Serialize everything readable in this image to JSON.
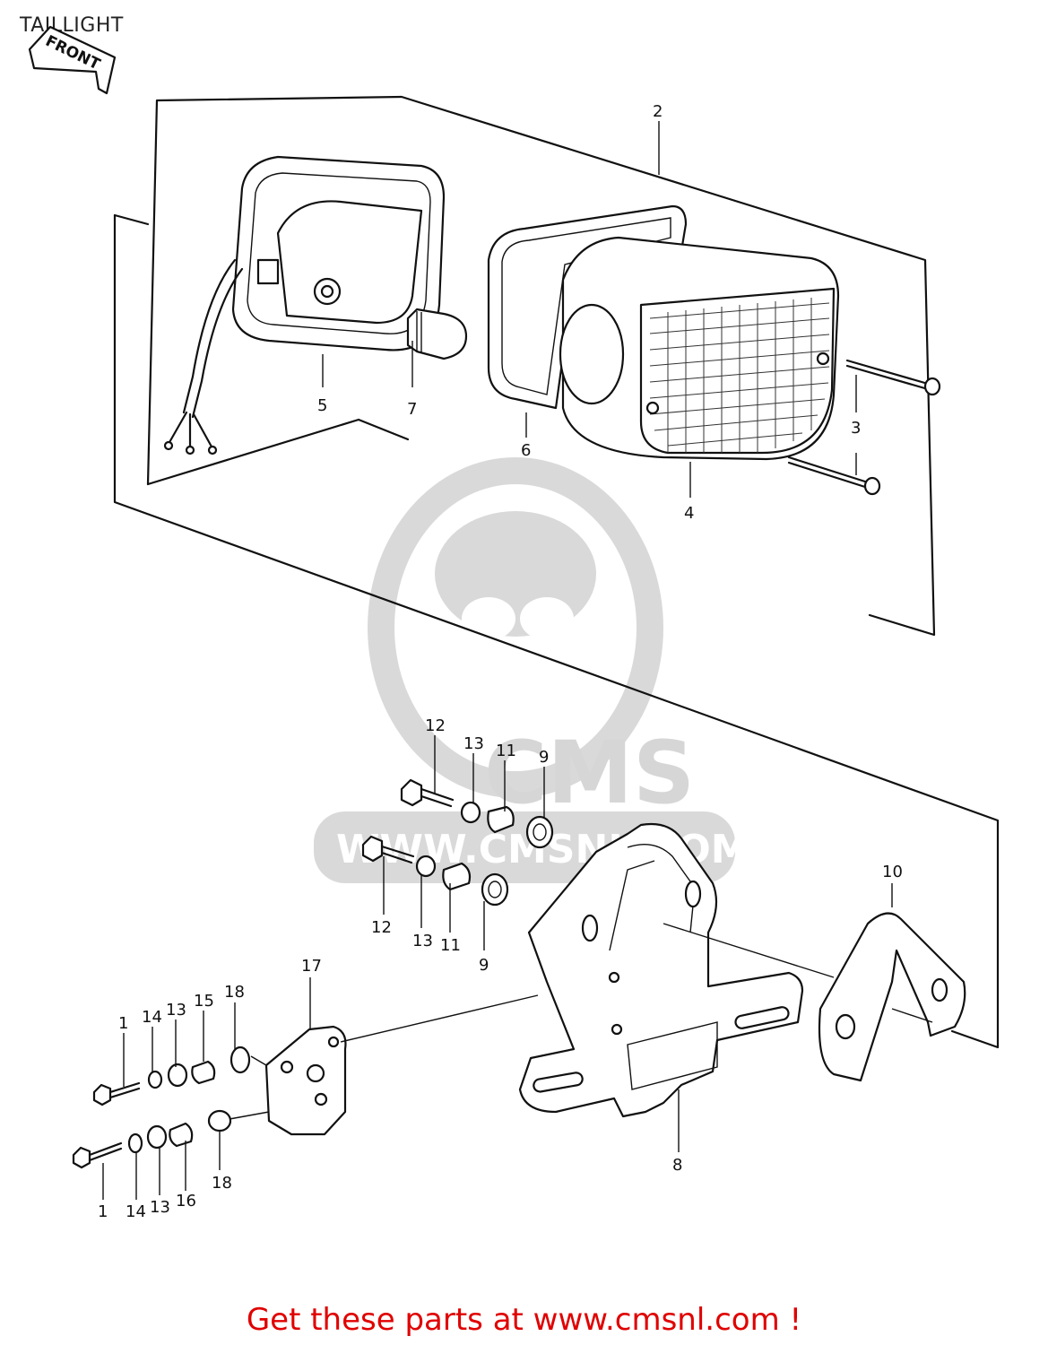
{
  "page": {
    "title": "TAILLIGHT",
    "front_marker": "FRONT",
    "footer": "Get these parts at www.cmsnl.com !"
  },
  "watermark": {
    "brand": "CMS",
    "url": "WWW.CMSNL.COM"
  },
  "callouts": [
    "2",
    "5",
    "7",
    "6",
    "3",
    "4",
    "12",
    "13",
    "11",
    "9",
    "12",
    "13",
    "11",
    "9",
    "10",
    "17",
    "1",
    "14",
    "13",
    "15",
    "18",
    "1",
    "14",
    "13",
    "16",
    "18",
    "8"
  ],
  "colors": {
    "footer": "#e00000",
    "line": "#111111",
    "watermark": "#d8d8d8"
  }
}
